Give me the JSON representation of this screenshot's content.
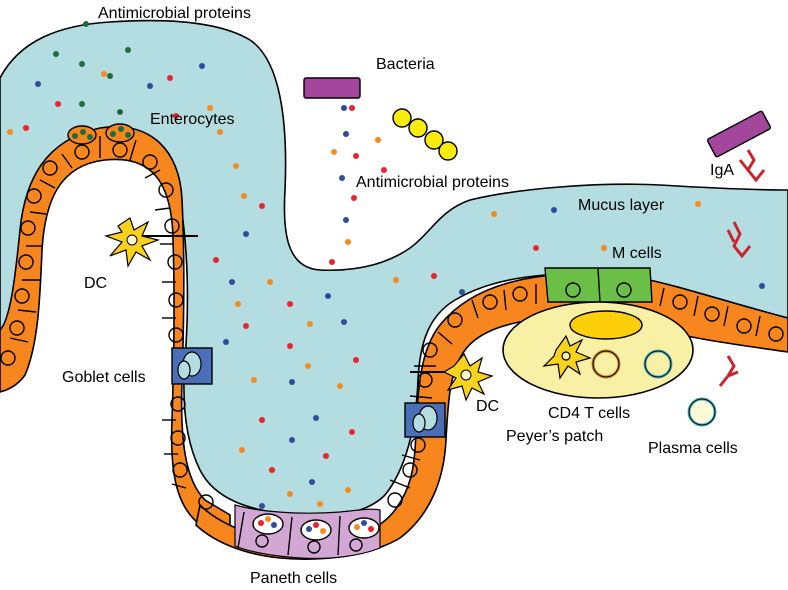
{
  "labels": {
    "antimicrobial_top": "Antimicrobial proteins",
    "bacteria": "Bacteria",
    "enterocytes": "Enterocytes",
    "antimicrobial_mid": "Antimicrobial proteins",
    "iga": "IgA",
    "mucus_layer": "Mucus layer",
    "dc_left": "DC",
    "m_cells": "M cells",
    "goblet_cells": "Goblet cells",
    "dc_right": "DC",
    "cd4_t_cells": "CD4 T cells",
    "peyers_patch": "Peyer’s patch",
    "plasma_cells": "Plasma cells",
    "paneth_cells": "Paneth cells"
  },
  "colors": {
    "mucus": "#b3dde0",
    "epithelium": "#f7861e",
    "goblet": "#4a6fb8",
    "m_cell": "#6cbf46",
    "paneth": "#d3a7d3",
    "peyers_patch": "#f8f0a4",
    "germinal_center": "#fccf0a",
    "bacteria_rod": "#a3479c",
    "bacteria_cocci": "#f9ec0c",
    "dendritic_cell": "#f9d21e",
    "antibody": "#c8262d",
    "plasma_cell": "#a7dfe2",
    "dot_red": "#e8242e",
    "dot_blue": "#2e4d9b",
    "dot_orange": "#f58a1e",
    "dot_green": "#1f6b3a"
  },
  "icons": [
    "bacteria-rod-icon",
    "bacteria-cocci-chain-icon",
    "iga-antibody-icon",
    "dendritic-cell-icon",
    "t-cell-icon",
    "plasma-cell-icon"
  ]
}
